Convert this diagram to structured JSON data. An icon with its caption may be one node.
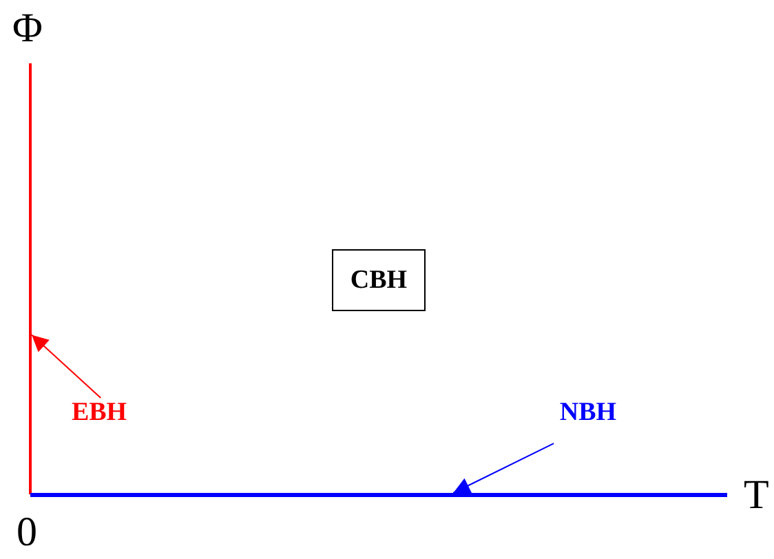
{
  "diagram": {
    "nodes": [
      {
        "text": [
          "CBH"
        ]
      },
      {
        "text": [
          "EBH"
        ]
      },
      {
        "text": [],
        "shape": "bar",
        "beside": [
          "Φ"
        ]
      },
      {
        "text": [
          "NBH"
        ]
      },
      {
        "text": [],
        "shape": "bar",
        "beside": [
          "T"
        ]
      }
    ],
    "edges": [
      {
        "from": 1,
        "to": 2,
        "arrow": "to",
        "color": "#ff0000"
      },
      {
        "from": 3,
        "to": 4,
        "arrow": "to",
        "color": "#0000ff"
      }
    ],
    "labels": [
      "0"
    ]
  }
}
